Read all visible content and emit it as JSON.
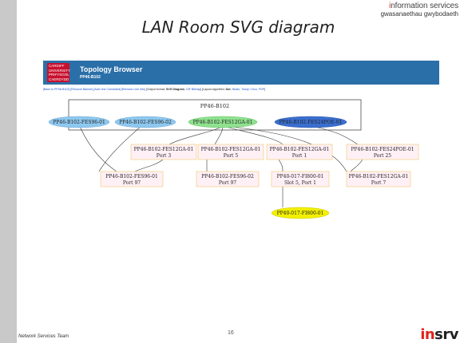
{
  "brand": {
    "line1_accent": "i",
    "line1_rest": "nformation services",
    "line2": "gwasanaethau gwybodaeth"
  },
  "slide_title": "LAN Room SVG diagram",
  "topology": {
    "logo_lines": [
      "CARDIFF",
      "UNIVERSITY",
      "PRIFYSGOL",
      "CAERDYDD"
    ],
    "title": "Topology Browser",
    "subtitle": "PP46-B102",
    "toolbar": {
      "back": "[Back to PP46-B102]",
      "remove_banner": "[Remove Banner]",
      "add_line": "[Add Line Constraint]",
      "remove_link": "[Remove Link Info]",
      "output_prefix": "[Output format:",
      "output_current": "SVG Diagram",
      "output_alt": "GIF Bitmap",
      "layout_prefix": "] [Layout algorithm:",
      "layout_current": "Dot",
      "layout_alts": "Neato, Twopi, Circo, FDP",
      "end": "]"
    },
    "group_label": "PP46-B102",
    "nodes": {
      "fes96_01": "PP46-B102-FES96-01",
      "fes96_02": "PP46-B102-FES96-02",
      "fes12ga_01": "PP46-B102-FES12GA-01",
      "fes24poe_01": "PP46-B102-FES24POE-01",
      "fi800": "PP40-017-FI800-01"
    },
    "ports": {
      "p_fes12_3": {
        "name": "PP46-B102-FES12GA-01",
        "port": "Port 3"
      },
      "p_fes12_5": {
        "name": "PP46-B102-FES12GA-01",
        "port": "Port 5"
      },
      "p_fes12_1": {
        "name": "PP46-B102-FES12GA-01",
        "port": "Port 1"
      },
      "p_fes24_25": {
        "name": "PP46-B102-FES24POE-01",
        "port": "Port 25"
      },
      "p_fes96_01_97": {
        "name": "PP46-B102-FES96-01",
        "port": "Port 97"
      },
      "p_fes96_02_97": {
        "name": "PP46-B102-FES96-02",
        "port": "Port 97"
      },
      "p_fi800_slot": {
        "name": "PP40-017-FI800-01",
        "port": "Slot 5, Port 1"
      },
      "p_fes12_7": {
        "name": "PP46-B102-FES12GA-01",
        "port": "Port 7"
      }
    },
    "colors": {
      "header": "#2a6fa8",
      "ellipse_blue": "#8ec8ef",
      "ellipse_green": "#8fe28f",
      "ellipse_navy": "#3a6fd0",
      "port_fill": "#fff0f6",
      "port_border": "#f0c86a",
      "fi800_fill": "#f2f000"
    }
  },
  "footer": {
    "left": "Network Services Team",
    "page": "16",
    "logo_accent": "in",
    "logo_rest": "srv"
  }
}
